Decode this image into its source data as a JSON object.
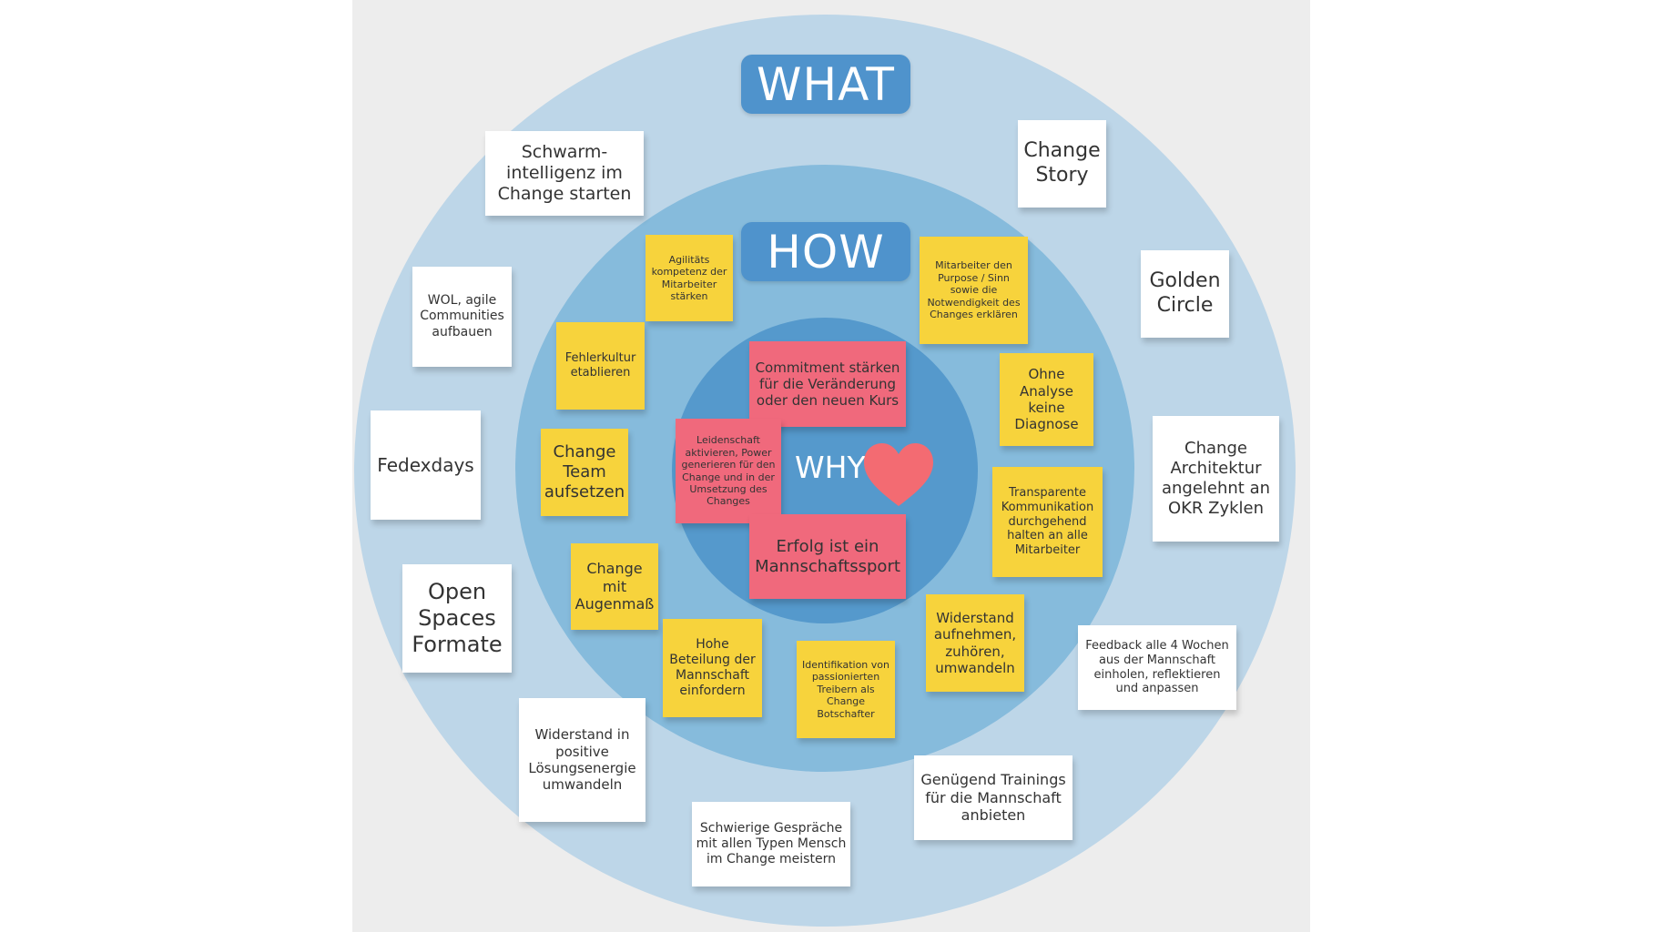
{
  "rings": {
    "outer_title": "WHAT",
    "middle_title": "HOW",
    "inner_title": "WHY",
    "inner_icon": "heart-icon",
    "colors": {
      "outer": "#bdd6e8",
      "middle": "#86bbdc",
      "inner": "#5599cc",
      "title_pill": "#4f93cc",
      "heart": "#f36b72"
    }
  },
  "what_notes": [
    "Schwarm-intelligenz im Change starten",
    "Change Story",
    "Golden Circle",
    "WOL, agile Communities aufbauen",
    "Fedexdays",
    "Change Architektur angelehnt an OKR Zyklen",
    "Open Spaces Formate",
    "Feedback alle 4 Wochen aus der Mannschaft einholen, reflektieren und anpassen",
    "Widerstand in positive Lösungsenergie umwandeln",
    "Genügend Trainings für die Mannschaft anbieten",
    "Schwierige Gespräche mit allen Typen Mensch im Change meistern"
  ],
  "how_notes": [
    "Agilitäts kompetenz der Mitarbeiter stärken",
    "Mitarbeiter den Purpose / Sinn sowie die Notwendigkeit des Changes erklären",
    "Fehlerkultur etablieren",
    "Ohne Analyse keine Diagnose",
    "Change Team aufsetzen",
    "Transparente Kommunikation durchgehend halten an alle Mitarbeiter",
    "Change mit Augenmaß",
    "Widerstand aufnehmen, zuhören, umwandeln",
    "Hohe Beteilung der Mannschaft einfordern",
    "Identifikation von passionierten Treibern als Change Botschafter"
  ],
  "why_notes": [
    "Commitment stärken für die Veränderung oder den neuen Kurs",
    "Leidenschaft aktivieren, Power generieren für den Change und in der Umsetzung des Changes",
    "Erfolg ist ein Mannschaftssport"
  ]
}
